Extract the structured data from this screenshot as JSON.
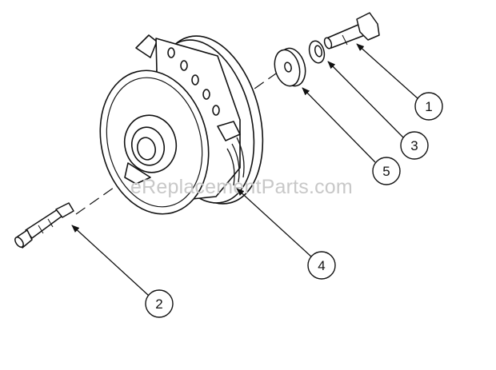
{
  "watermark": "eReplacementParts.com",
  "callouts": [
    {
      "id": "1",
      "label": "1"
    },
    {
      "id": "2",
      "label": "2"
    },
    {
      "id": "3",
      "label": "3"
    },
    {
      "id": "4",
      "label": "4"
    },
    {
      "id": "5",
      "label": "5"
    }
  ],
  "colors": {
    "line": "#111111",
    "fill": "#ffffff",
    "watermark": "#c8c8c8"
  }
}
